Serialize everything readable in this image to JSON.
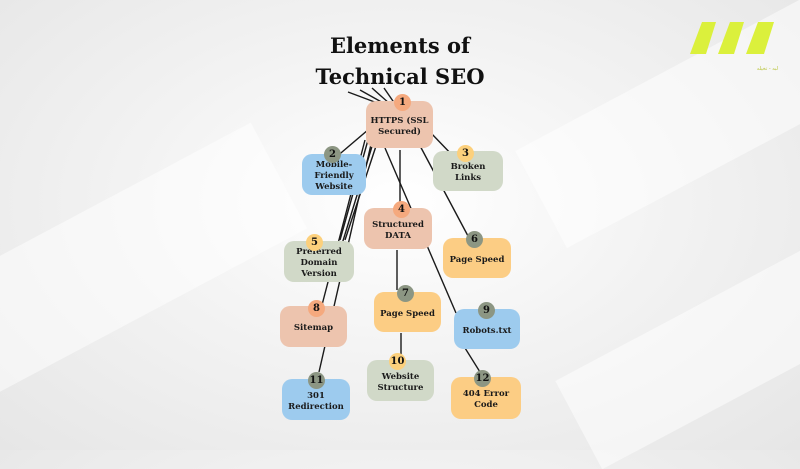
{
  "title": {
    "line1": "Elements of",
    "line2": "Technical SEO"
  },
  "colors": {
    "salmon": "#edc4ae",
    "blue": "#9dcbee",
    "sage": "#d1d9c8",
    "orange": "#fccd84",
    "badge_orange": "#f5a97e",
    "badge_gray": "#8c9683",
    "badge_yellow": "#fcd07c",
    "logo": "#dbf03c"
  },
  "nodes": [
    {
      "num": "1",
      "label": "HTTPS (SSL Secured)"
    },
    {
      "num": "2",
      "label": "Mobile-Friendly Website"
    },
    {
      "num": "3",
      "label": "Broken Links"
    },
    {
      "num": "4",
      "label": "Structured DATA"
    },
    {
      "num": "5",
      "label": "Preferred Domain Version"
    },
    {
      "num": "6",
      "label": "Page Speed"
    },
    {
      "num": "7",
      "label": "Page Speed"
    },
    {
      "num": "8",
      "label": "Sitemap"
    },
    {
      "num": "9",
      "label": "Robots.txt"
    },
    {
      "num": "10",
      "label": "Website Structure"
    },
    {
      "num": "11",
      "label": "301 Redirection"
    },
    {
      "num": "12",
      "label": "404 Error Code"
    }
  ],
  "logo": {
    "name": "logo-icon",
    "tagline": "لبه - تخیله"
  }
}
